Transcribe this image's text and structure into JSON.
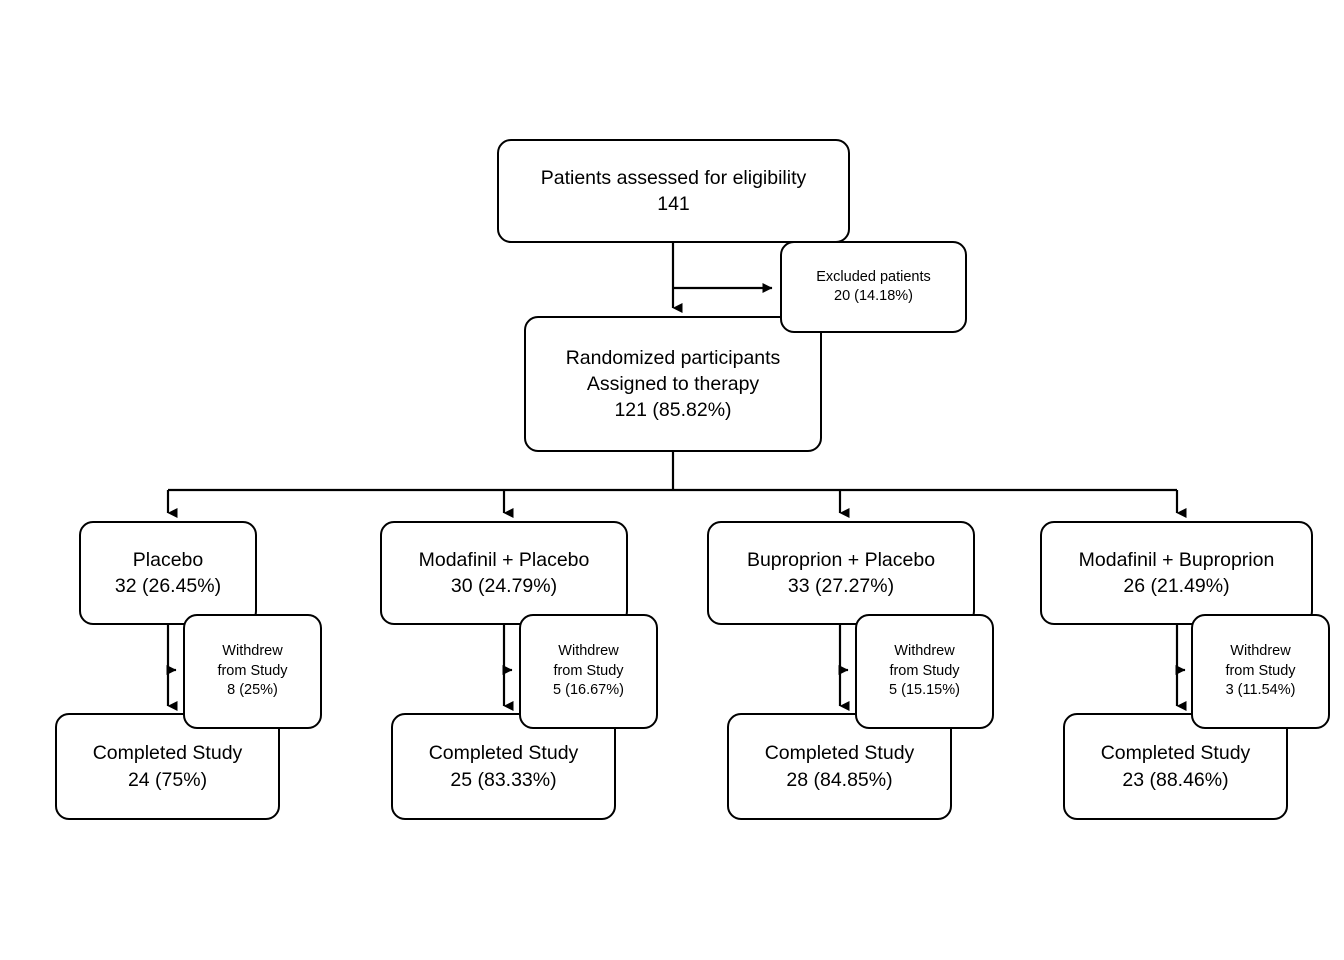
{
  "diagram": {
    "title": "CONSORT participant flow diagram",
    "background_color": "#ffffff",
    "stroke_color": "#000000"
  },
  "nodes": {
    "assessed": {
      "line1": "Patients assessed for eligibility",
      "line2": "141"
    },
    "excluded": {
      "line1": "Excluded patients",
      "line2": "20 (14.18%)"
    },
    "randomized": {
      "line1": "Randomized participants",
      "line2": "Assigned to therapy",
      "line3": "121 (85.82%)"
    }
  },
  "arms": [
    {
      "group": {
        "line1": "Placebo",
        "line2": "32 (26.45%)"
      },
      "withdrew": {
        "line1": "Withdrew",
        "line2": "from Study",
        "line3": "8 (25%)"
      },
      "completed": {
        "line1": "Completed Study",
        "line2": "24 (75%)"
      }
    },
    {
      "group": {
        "line1": "Modafinil + Placebo",
        "line2": "30 (24.79%)"
      },
      "withdrew": {
        "line1": "Withdrew",
        "line2": "from Study",
        "line3": "5 (16.67%)"
      },
      "completed": {
        "line1": "Completed Study",
        "line2": "25 (83.33%)"
      }
    },
    {
      "group": {
        "line1": "Buproprion + Placebo",
        "line2": "33 (27.27%)"
      },
      "withdrew": {
        "line1": "Withdrew",
        "line2": "from Study",
        "line3": "5 (15.15%)"
      },
      "completed": {
        "line1": "Completed Study",
        "line2": "28 (84.85%)"
      }
    },
    {
      "group": {
        "line1": "Modafinil + Buproprion",
        "line2": "26 (21.49%)"
      },
      "withdrew": {
        "line1": "Withdrew",
        "line2": "from Study",
        "line3": "3 (11.54%)"
      },
      "completed": {
        "line1": "Completed Study",
        "line2": "23 (88.46%)"
      }
    }
  ],
  "chart_data": {
    "type": "flowchart",
    "title": "CONSORT participant flow diagram",
    "stages": [
      {
        "label": "Patients assessed for eligibility",
        "n": 141,
        "percent": null
      },
      {
        "label": "Excluded patients",
        "n": 20,
        "percent": 14.18
      },
      {
        "label": "Randomized participants Assigned to therapy",
        "n": 121,
        "percent": 85.82
      }
    ],
    "arms": [
      {
        "name": "Placebo",
        "assigned": 32,
        "assigned_percent": 26.45,
        "withdrew": 8,
        "withdrew_percent": 25,
        "completed": 24,
        "completed_percent": 75
      },
      {
        "name": "Modafinil + Placebo",
        "assigned": 30,
        "assigned_percent": 24.79,
        "withdrew": 5,
        "withdrew_percent": 16.67,
        "completed": 25,
        "completed_percent": 83.33
      },
      {
        "name": "Buproprion + Placebo",
        "assigned": 33,
        "assigned_percent": 27.27,
        "withdrew": 5,
        "withdrew_percent": 15.15,
        "completed": 28,
        "completed_percent": 84.85
      },
      {
        "name": "Modafinil + Buproprion",
        "assigned": 26,
        "assigned_percent": 21.49,
        "withdrew": 3,
        "withdrew_percent": 11.54,
        "completed": 23,
        "completed_percent": 88.46
      }
    ]
  }
}
